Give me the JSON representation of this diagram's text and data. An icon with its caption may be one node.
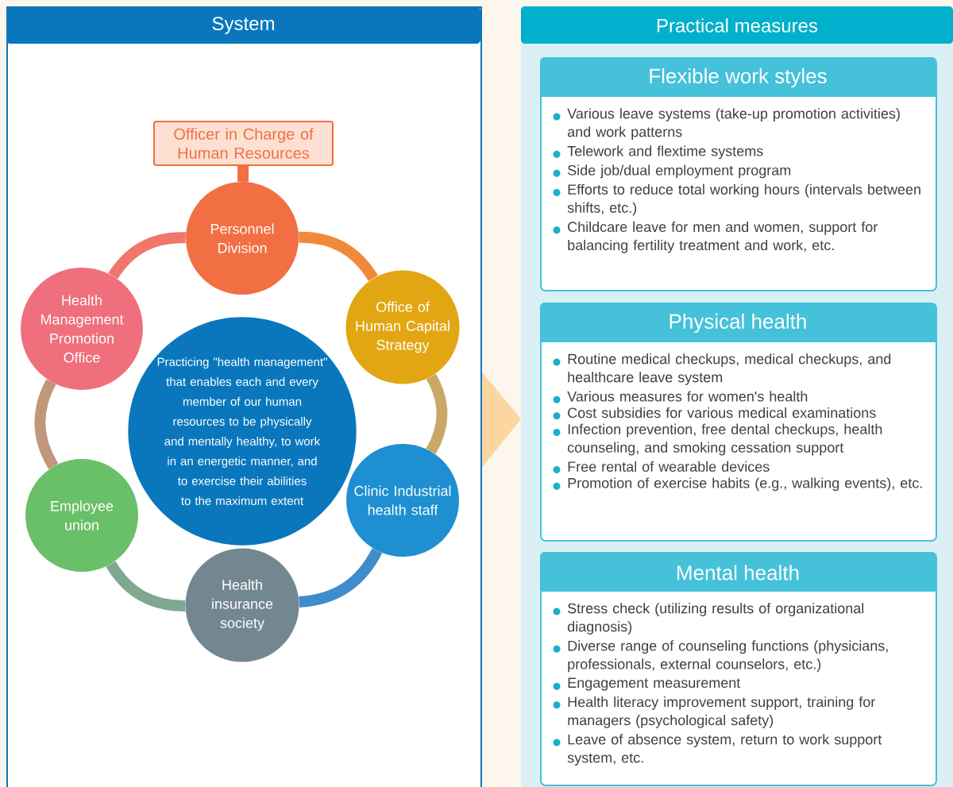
{
  "diagram": {
    "nodes": [
      {
        "text": [
          "System"
        ]
      },
      {
        "text": [
          "Officer in Charge of Human Resources"
        ],
        "in": 0
      },
      {
        "text": [
          "Personnel Division"
        ],
        "in": 0
      },
      {
        "text": [
          "Office of Human Capital Strategy"
        ],
        "in": 0
      },
      {
        "text": [
          "Clinic Industrial health staff"
        ],
        "in": 0
      },
      {
        "text": [
          "Health insurance society"
        ],
        "in": 0
      },
      {
        "text": [
          "Employee union"
        ],
        "in": 0
      },
      {
        "text": [
          "Health Management Promotion Office"
        ],
        "in": 0
      },
      {
        "text": [
          "Practicing \"health management\" that enables each and every member of our human resources to be physically and mentally healthy, to work in an energetic manner, and to exercise their abilities to the maximum extent"
        ],
        "in": 0
      },
      {
        "text": [
          "Practical measures"
        ]
      },
      {
        "text": [
          "Flexible work styles",
          "Various leave systems (take-up promotion activities) and work patterns",
          "Telework and flextime systems",
          "Side job/dual employment program",
          "Efforts to reduce total working hours (intervals between shifts, etc.)",
          "Childcare leave for men and women, support for balancing fertility treatment and work, etc."
        ],
        "in": 9
      },
      {
        "text": [
          "Physical health",
          "Routine medical checkups, medical checkups, and healthcare leave system",
          "Various measures for women's health",
          "Cost subsidies for various medical examinations",
          "Infection prevention, free dental checkups, health counseling, and smoking cessation support",
          "Free rental of wearable devices",
          "Promotion of exercise habits (e.g., walking events), etc."
        ],
        "in": 9
      },
      {
        "text": [
          "Mental health",
          "Stress check (utilizing results of organizational diagnosis)",
          "Diverse range of counseling functions (physicians, professionals, external counselors, etc.)",
          "Engagement measurement",
          "Health literacy improvement support, training for managers (psychological safety)",
          "Leave of absence system, return to work support system, etc."
        ],
        "in": 9
      }
    ],
    "edges": [
      {
        "from": 1,
        "to": 2,
        "arrow": "none",
        "color": "#f26f43"
      },
      {
        "from": 2,
        "to": 3,
        "arrow": "none",
        "color": "#f08a3a"
      },
      {
        "from": 3,
        "to": 4,
        "arrow": "none",
        "color": "#c9a865"
      },
      {
        "from": 4,
        "to": 5,
        "arrow": "none",
        "color": "#3f8ccb"
      },
      {
        "from": 5,
        "to": 6,
        "arrow": "none",
        "color": "#80a890"
      },
      {
        "from": 6,
        "to": 7,
        "arrow": "none",
        "color": "#c2967a"
      },
      {
        "from": 7,
        "to": 2,
        "arrow": "none",
        "color": "#f2766a"
      },
      {
        "from": 0,
        "to": 9,
        "arrow": "to",
        "color": "#fdd5a0"
      }
    ]
  }
}
